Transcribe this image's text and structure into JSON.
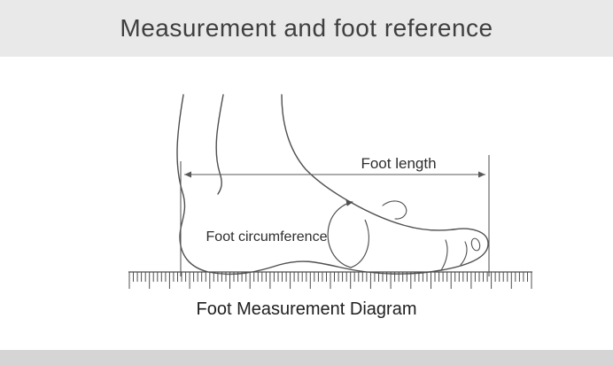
{
  "header": {
    "title": "Measurement and foot reference"
  },
  "diagram": {
    "foot_length_label": "Foot length",
    "foot_circumference_label": "Foot circumference",
    "caption": "Foot Measurement Diagram"
  },
  "colors": {
    "header_bg": "#e9e9e9",
    "footer_bg": "#d5d5d5",
    "line": "#4f4f4f",
    "measure_line": "#5a5a5a"
  }
}
